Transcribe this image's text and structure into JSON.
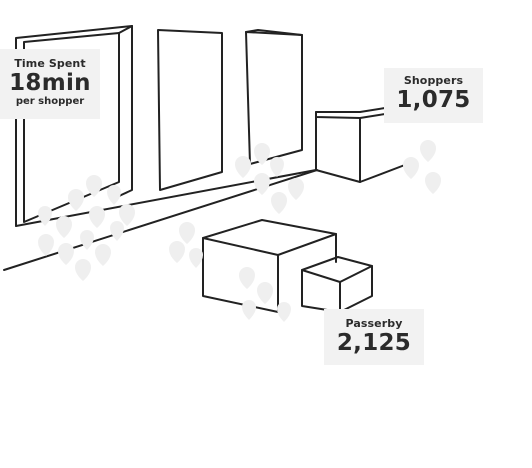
{
  "stats": {
    "time_spent": {
      "label": "Time Spent",
      "value": "18min",
      "sub": "per shopper"
    },
    "shoppers": {
      "label": "Shoppers",
      "value": "1,075"
    },
    "passerby": {
      "label": "Passerby",
      "value": "2,125"
    }
  },
  "colors": {
    "line": "#222222",
    "pin": "#efefef",
    "card_bg": "#f2f2f2",
    "text": "#2b2b2b"
  }
}
